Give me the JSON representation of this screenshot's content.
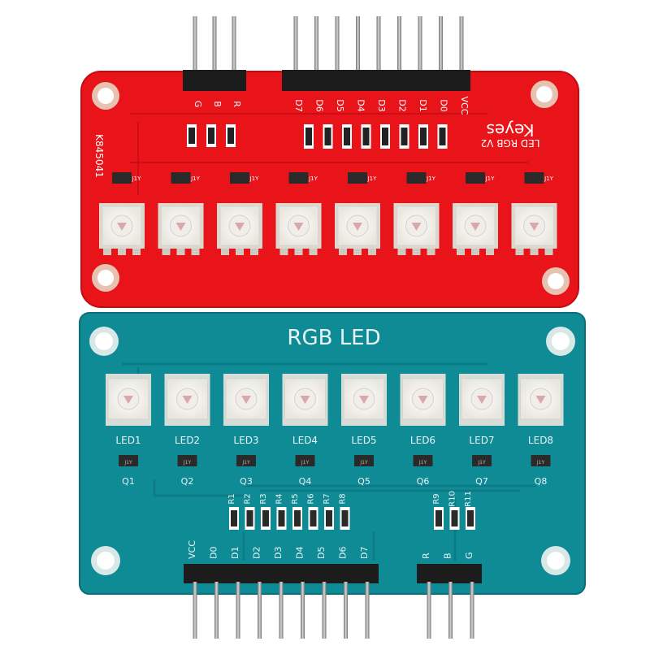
{
  "scene": {
    "description_free": true,
    "boards": {
      "red": {
        "color": "#e8141a",
        "label_title_line1": "Keyes",
        "label_title_line2": "LED RGB V2",
        "label_serial": "K845041",
        "header_left_pins": [
          "G",
          "B",
          "R"
        ],
        "header_right_pins": [
          "D7",
          "D6",
          "D5",
          "D4",
          "D3",
          "D2",
          "D1",
          "D0",
          "VCC"
        ],
        "transistor_marking": "J1Y",
        "led_count": 8
      },
      "blue": {
        "color": "#0f8b96",
        "title": "RGB LED",
        "led_labels": [
          "LED1",
          "LED2",
          "LED3",
          "LED4",
          "LED5",
          "LED6",
          "LED7",
          "LED8"
        ],
        "transistor_labels": [
          "Q1",
          "Q2",
          "Q3",
          "Q4",
          "Q5",
          "Q6",
          "Q7",
          "Q8"
        ],
        "resistor_labels_left": [
          "R1",
          "R2",
          "R3",
          "R4",
          "R5",
          "R6",
          "R7",
          "R8"
        ],
        "resistor_labels_right": [
          "R9",
          "R10",
          "R11"
        ],
        "header_left_pins": [
          "VCC",
          "D0",
          "D1",
          "D2",
          "D3",
          "D4",
          "D5",
          "D6",
          "D7"
        ],
        "header_right_pins": [
          "R",
          "B",
          "G"
        ],
        "transistor_marking": "J1Y"
      }
    },
    "colors": {
      "pin_metal": "#9a9a9a",
      "header_plastic": "#1c1c1c",
      "led_body": "#f6f6f2",
      "led_die_red": "#c97a7e",
      "silkscreen": "#ffffff"
    }
  }
}
